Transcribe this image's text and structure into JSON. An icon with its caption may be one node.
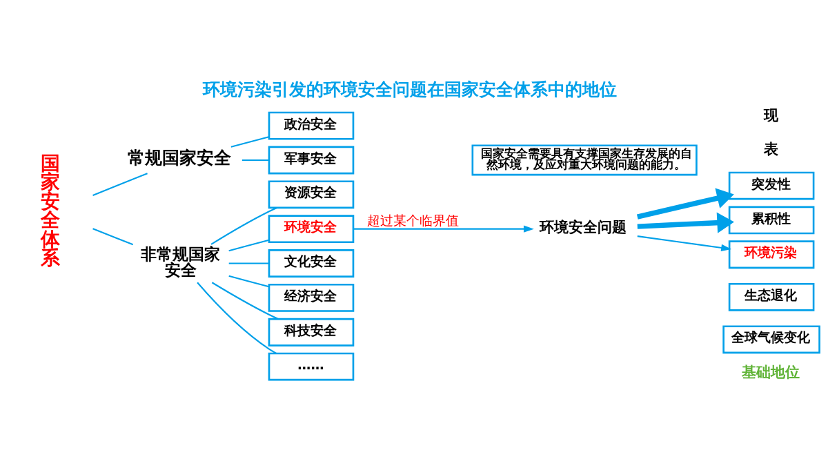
{
  "diagram": {
    "title": "环境污染引发的环境安全问题在国家安全体系中的地位",
    "nodes": [
      {
        "text": [
          "国家安全体系"
        ]
      },
      {
        "text": [
          "常规国家安全"
        ]
      },
      {
        "text": [
          "政治安全"
        ]
      },
      {
        "text": [
          "军事安全"
        ]
      },
      {
        "text": [
          "非常规国家安全"
        ]
      },
      {
        "text": [
          "资源安全"
        ]
      },
      {
        "text": [
          "环境安全"
        ]
      },
      {
        "text": [
          "文化安全"
        ]
      },
      {
        "text": [
          "经济安全"
        ]
      },
      {
        "text": [
          "科技安全"
        ]
      },
      {
        "text": [
          "……"
        ]
      },
      {
        "text": [
          "环境安全问题"
        ]
      },
      {
        "text": [
          "突发性"
        ]
      },
      {
        "text": [
          "累积性"
        ]
      },
      {
        "text": [
          "环境污染"
        ]
      },
      {
        "text": [
          "生态退化"
        ]
      },
      {
        "text": [
          "全球气候变化"
        ]
      },
      {
        "text": [
          "国家安全需要具有支撑国家生存发展的自然环境，及应对重大环境问题的能力。"
        ]
      }
    ],
    "edges": [
      {
        "from": 0,
        "to": 1,
        "arrow": "none"
      },
      {
        "from": 0,
        "to": 4,
        "arrow": "none"
      },
      {
        "from": 1,
        "to": 2,
        "arrow": "none"
      },
      {
        "from": 1,
        "to": 3,
        "arrow": "none"
      },
      {
        "from": 4,
        "to": 5,
        "arrow": "none"
      },
      {
        "from": 4,
        "to": 6,
        "arrow": "none"
      },
      {
        "from": 4,
        "to": 7,
        "arrow": "none"
      },
      {
        "from": 4,
        "to": 8,
        "arrow": "none"
      },
      {
        "from": 4,
        "to": 9,
        "arrow": "none"
      },
      {
        "from": 4,
        "to": 10,
        "arrow": "none"
      },
      {
        "from": 6,
        "to": 11,
        "arrow": "to",
        "label": "超过某个临界值"
      },
      {
        "from": 11,
        "to": 12,
        "arrow": "to",
        "style": "thick"
      },
      {
        "from": 11,
        "to": 13,
        "arrow": "to",
        "style": "thick"
      },
      {
        "from": 11,
        "to": 14,
        "arrow": "to"
      }
    ],
    "labels": [
      "基础地位",
      "表",
      "现"
    ]
  }
}
